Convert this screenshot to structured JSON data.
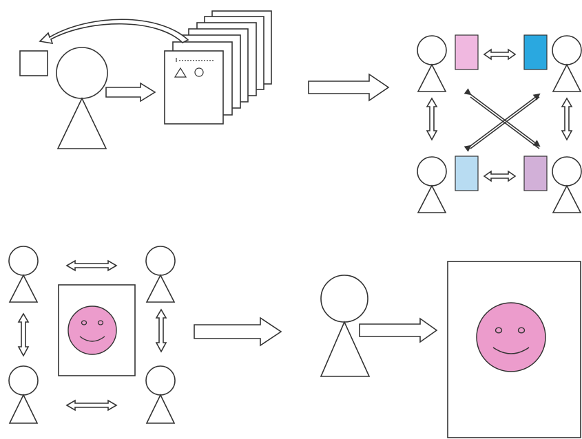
{
  "colors": {
    "stroke": "#333333",
    "background": "#ffffff",
    "card_pink": "#f0b8e0",
    "card_blue": "#2aa8e0",
    "card_light_blue": "#b8dcf2",
    "card_lavender": "#d2b0d8",
    "face_pink": "#ec9ccc"
  },
  "panels": [
    {
      "id": "individual",
      "description_icon": "person-with-document-stack"
    },
    {
      "id": "exchange",
      "description_icon": "four-people-exchanging-cards"
    },
    {
      "id": "shared-picture",
      "description_icon": "four-people-around-smiley"
    },
    {
      "id": "final",
      "description_icon": "person-presenting-smiley"
    }
  ],
  "arrows": {
    "top_flow": "right-arrow",
    "bottom_flow": "right-arrow"
  }
}
